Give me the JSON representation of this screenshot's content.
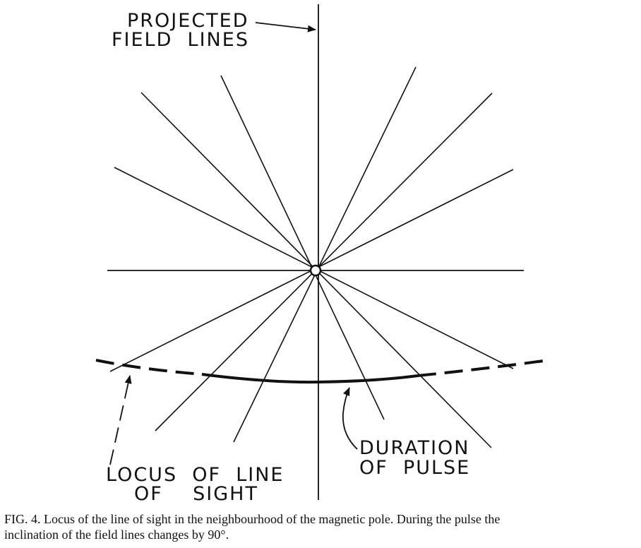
{
  "labels": {
    "projected_line1": "PROJECTED",
    "projected_line2": "FIELD  LINES",
    "duration_line1": "DURATION",
    "duration_line2": "OF  PULSE",
    "locus_line1": "LOCUS  OF  LINE",
    "locus_line2": "OF    SIGHT"
  },
  "caption": {
    "line1": "FIG. 4.  Locus of the line of sight in the neighbourhood of the magnetic pole.  During the pulse the",
    "line2": "inclination of the field lines changes by 90°."
  },
  "colors": {
    "ink": "#111111",
    "background": "#ffffff"
  }
}
